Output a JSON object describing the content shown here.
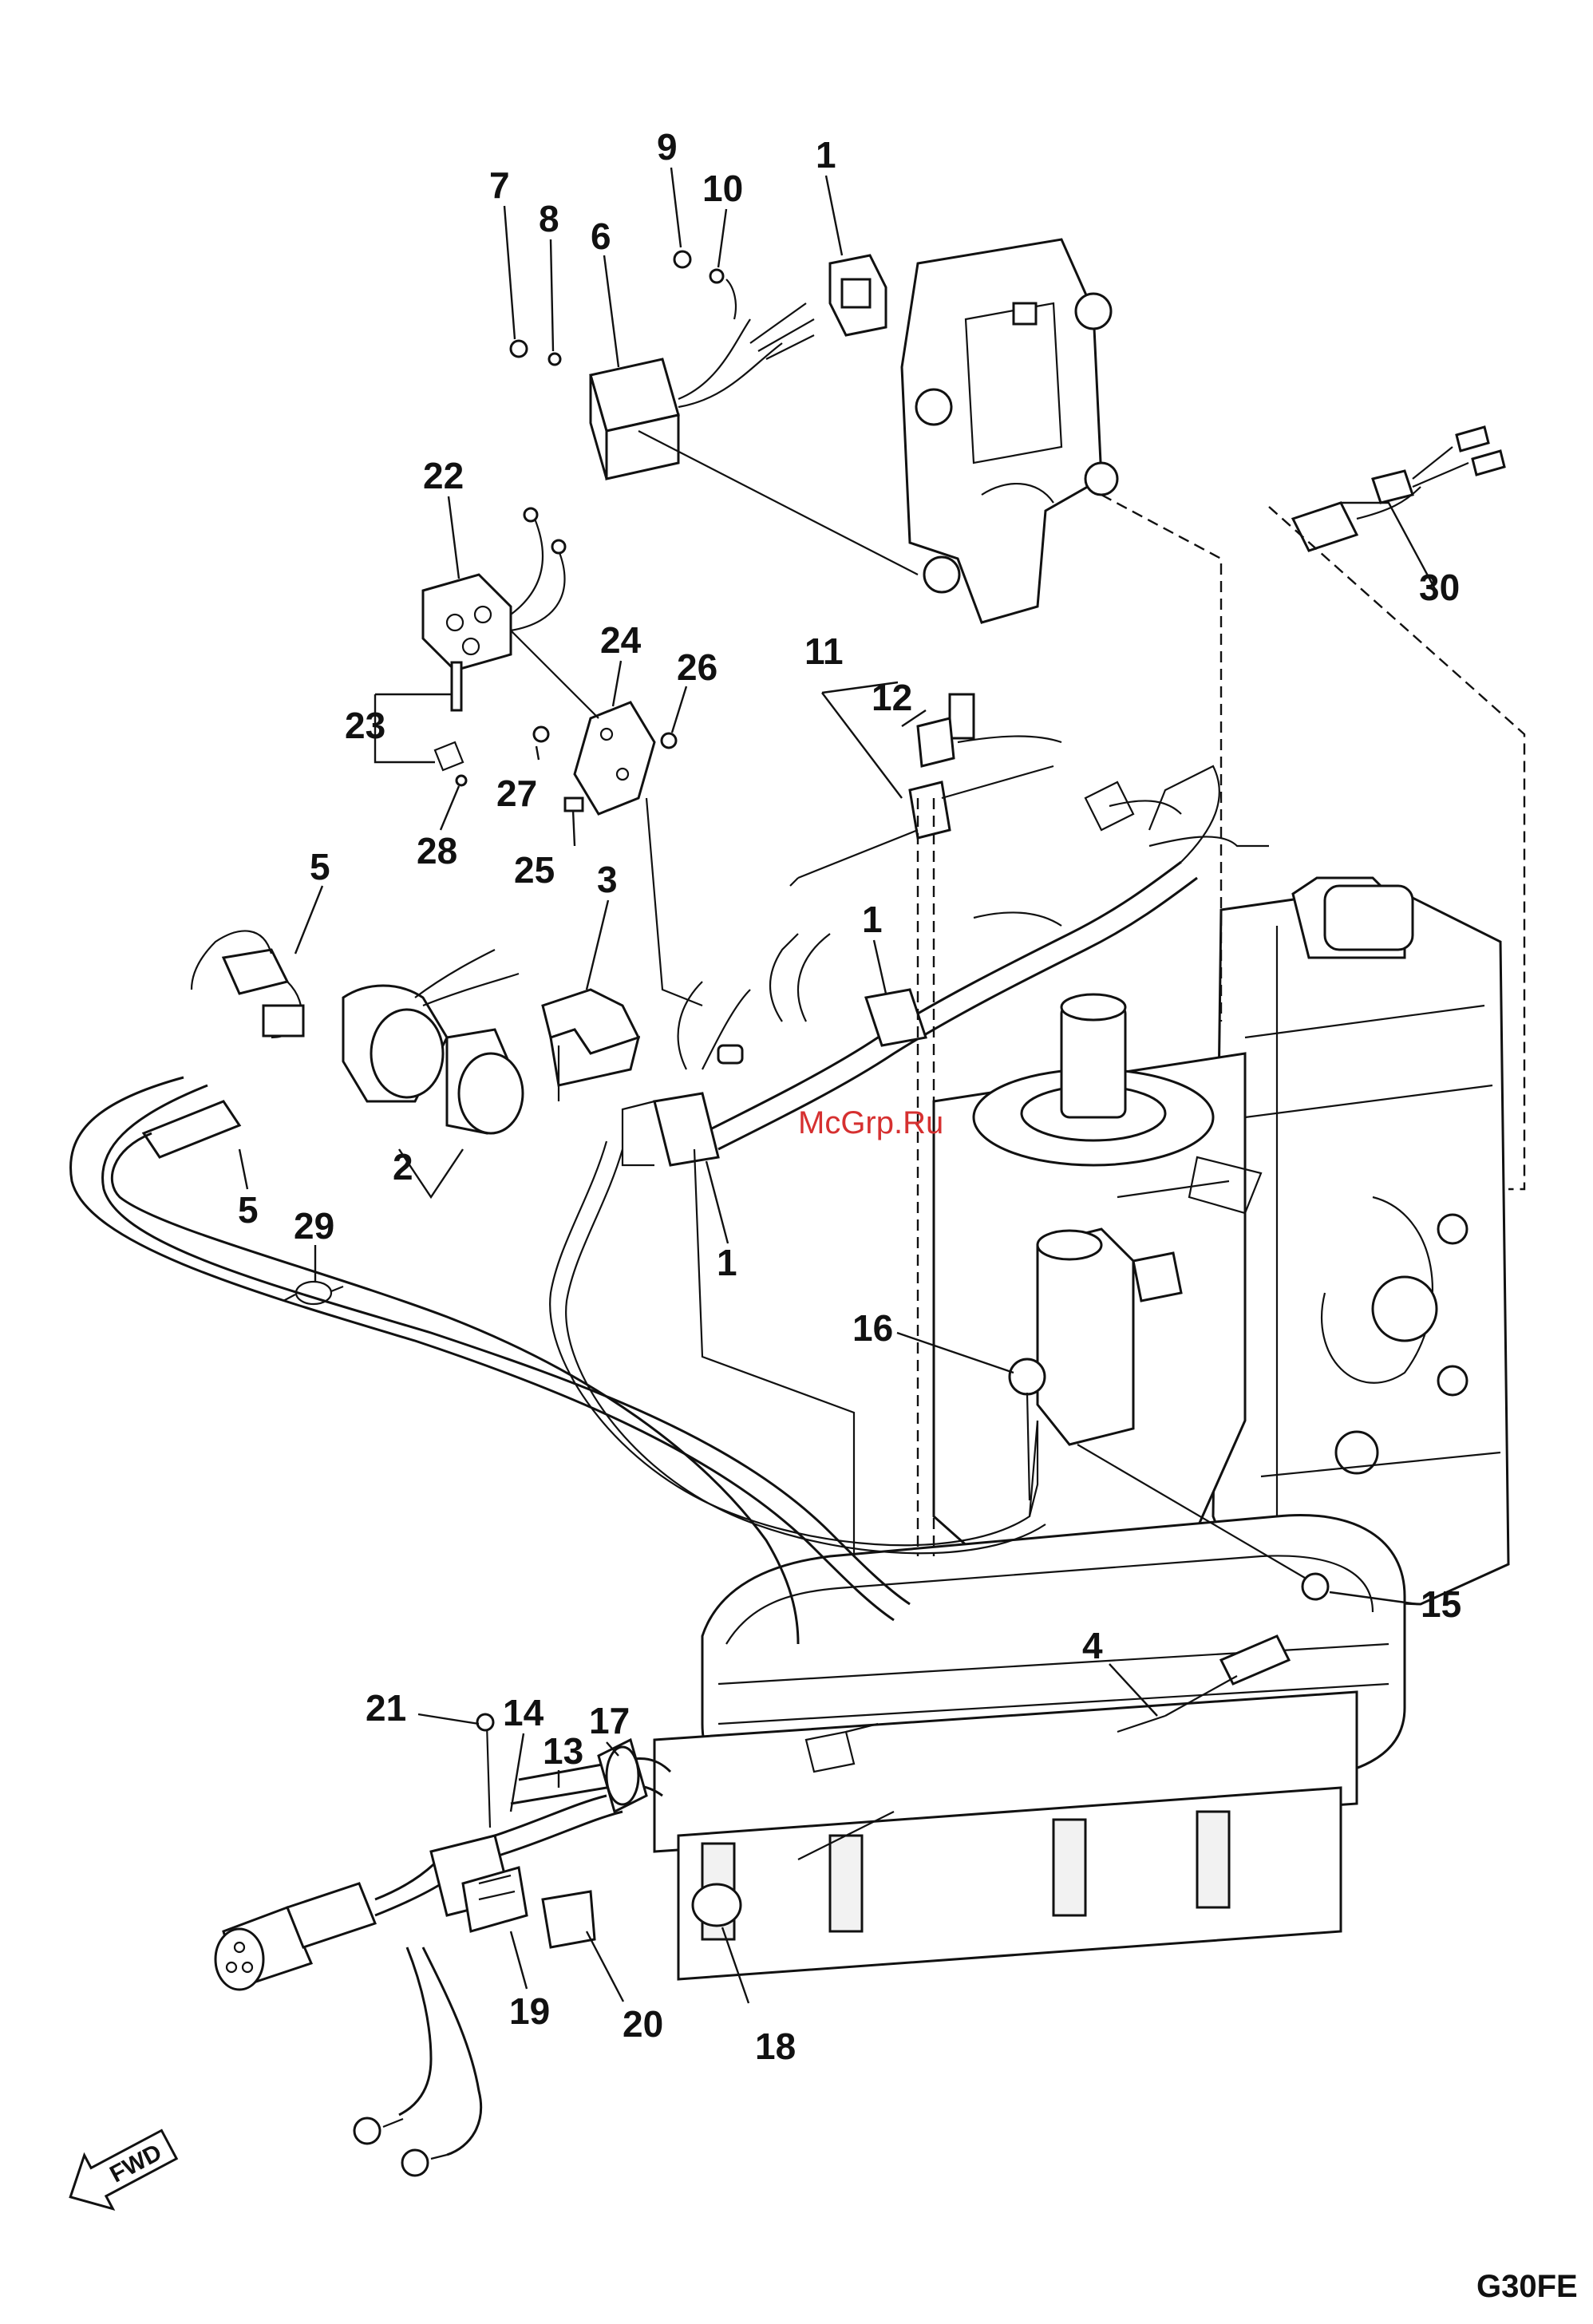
{
  "watermark": "McGrp.Ru",
  "diagram_code": "G30FE",
  "direction_label": "FWD",
  "callouts": [
    "7",
    "8",
    "9",
    "10",
    "1",
    "6",
    "22",
    "24",
    "26",
    "11",
    "12",
    "23",
    "27",
    "30",
    "28",
    "25",
    "5",
    "3",
    "1",
    "2",
    "5",
    "29",
    "1",
    "16",
    "15",
    "4",
    "21",
    "14",
    "17",
    "13",
    "20",
    "19",
    "18"
  ]
}
